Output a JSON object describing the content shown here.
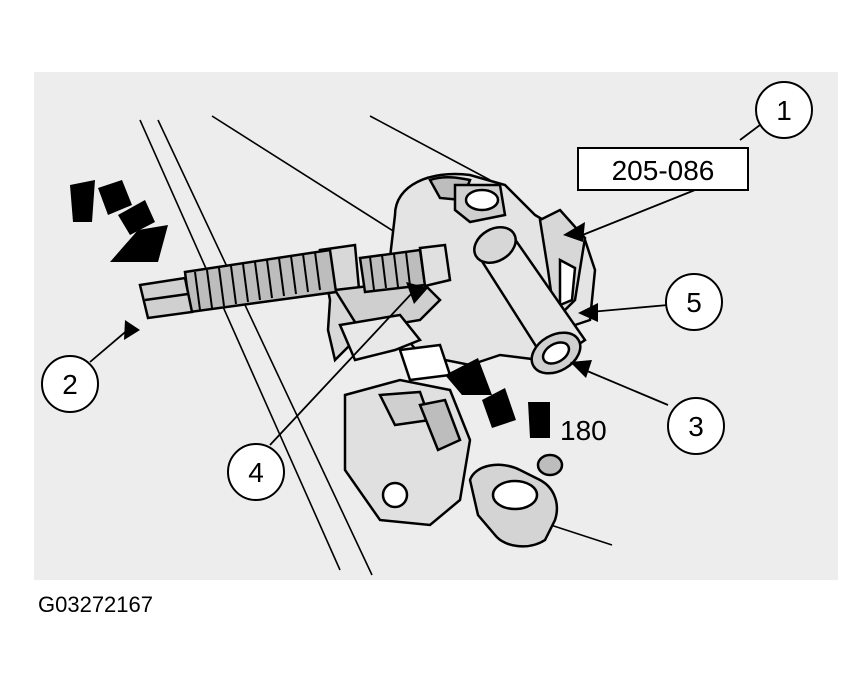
{
  "figure": {
    "code": "G03272167",
    "tool_number": "205-086",
    "measurement": "180",
    "callouts": [
      "1",
      "2",
      "3",
      "4",
      "5"
    ]
  },
  "colors": {
    "background": "#ffffff",
    "panel": "#ededed",
    "ink": "#000000"
  }
}
